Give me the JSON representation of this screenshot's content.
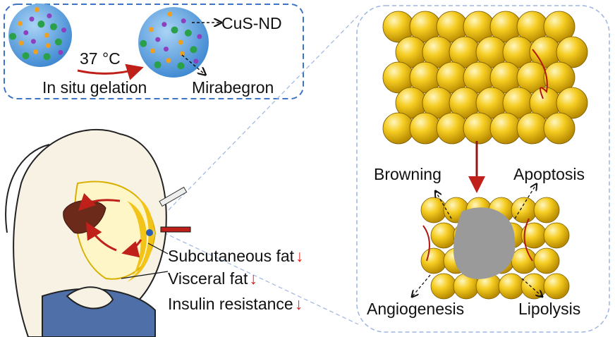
{
  "gel_panel": {
    "temperature": "37 °C",
    "process": "In situ gelation",
    "component_1": "CuS-ND",
    "component_2": "Mirabegron"
  },
  "body_panel": {
    "outcomes": [
      {
        "label": "Subcutaneous fat",
        "trend": "↓"
      },
      {
        "label": "Visceral fat",
        "trend": "↓"
      },
      {
        "label": "Insulin resistance",
        "trend": "↓"
      }
    ]
  },
  "adipose_panel": {
    "effects": [
      "Browning",
      "Apoptosis",
      "Angiogenesis",
      "Lipolysis"
    ]
  },
  "colors": {
    "frame_blue": "#3f73c4",
    "fat_yellow": "#f2c318",
    "arrow_red": "#c0201a",
    "gel_blue": "#5aa2e0"
  }
}
